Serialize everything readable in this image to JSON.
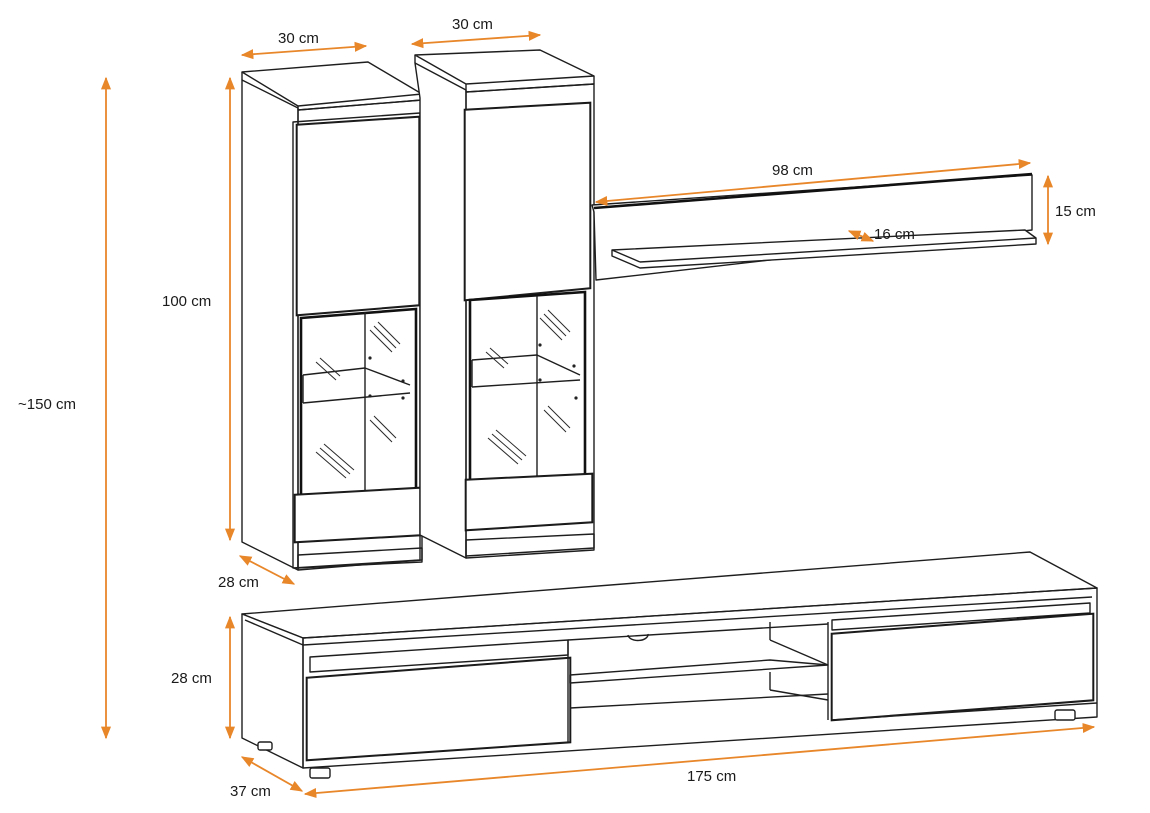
{
  "dimensions": {
    "total_height": "~150 cm",
    "cabinet_height": "100 cm",
    "cabinet_left_width": "30 cm",
    "cabinet_right_width": "30 cm",
    "cabinet_depth": "28 cm",
    "shelf_width": "98 cm",
    "shelf_height": "15 cm",
    "shelf_depth": "16 cm",
    "tv_unit_height": "28 cm",
    "tv_unit_depth": "37 cm",
    "tv_unit_width": "175 cm"
  },
  "colors": {
    "dimension_line": "#e8862a",
    "outline": "#1e1e1e",
    "background": "#ffffff"
  }
}
